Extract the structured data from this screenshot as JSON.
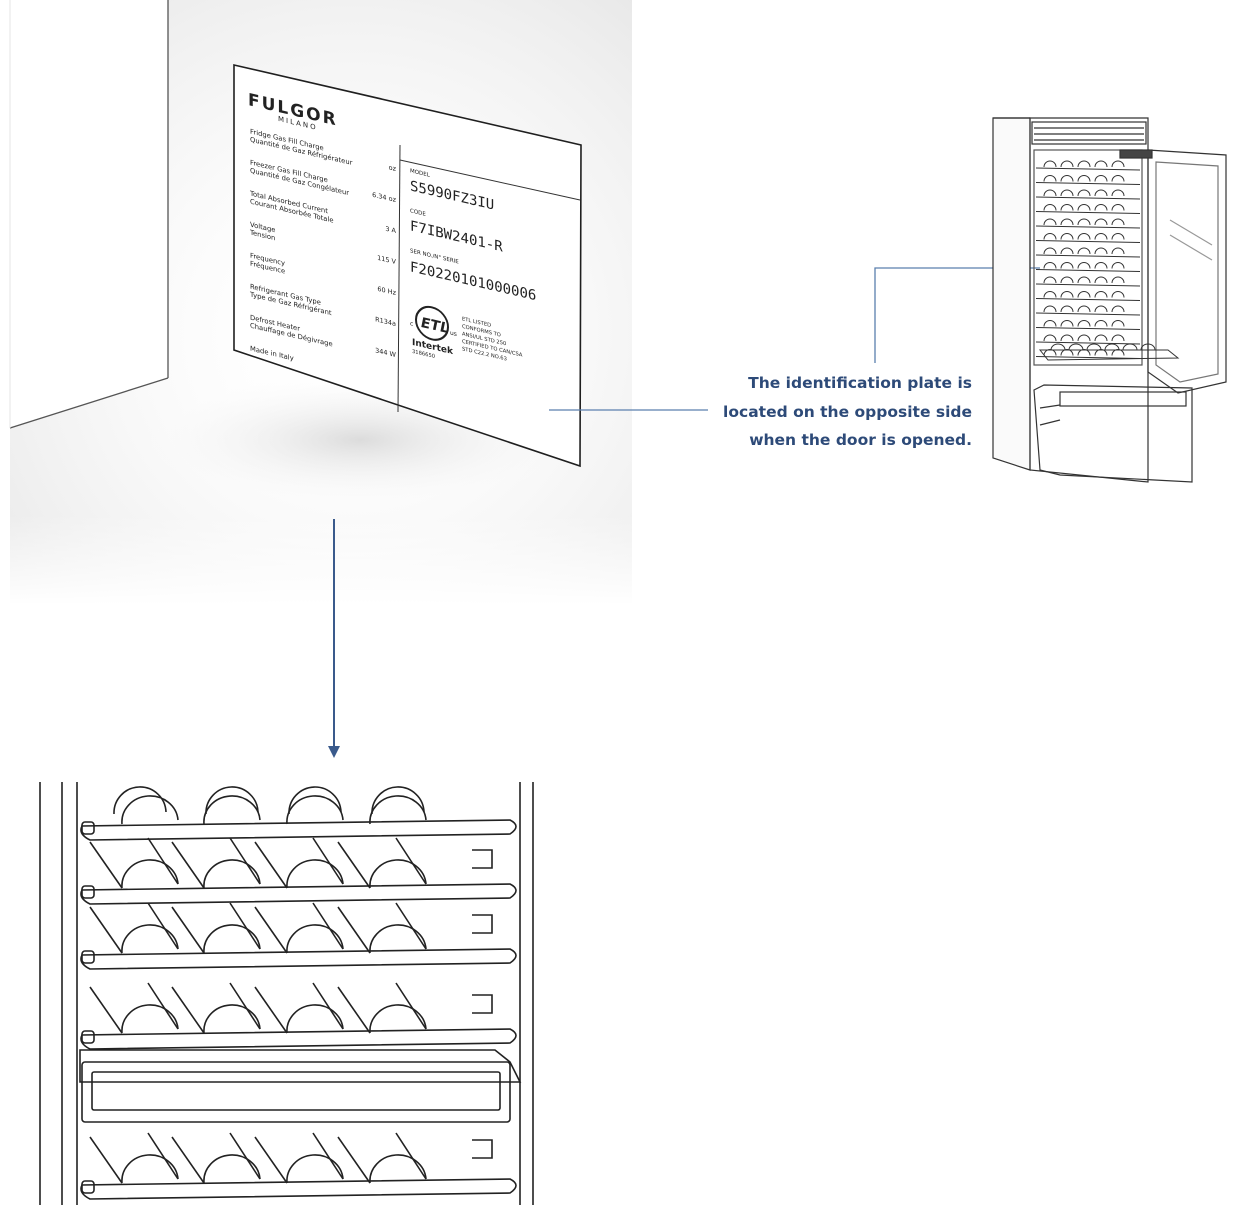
{
  "plate": {
    "brand": "FULGOR",
    "sub_brand": "MILANO",
    "rows": [
      {
        "label_en": "Fridge Gas Fill Charge",
        "label_fr": "Quantité de Gaz Réfrigérateur",
        "value": "oz"
      },
      {
        "label_en": "Freezer Gas Fill Charge",
        "label_fr": "Quantité de Gaz Congélateur",
        "value": "6.34 oz"
      },
      {
        "label_en": "Total Absorbed Current",
        "label_fr": "Courant Absorbée Totale",
        "value": "3 A"
      },
      {
        "label_en": "Voltage",
        "label_fr": "Tension",
        "value": "115 V"
      },
      {
        "label_en": "Frequency",
        "label_fr": "Fréquence",
        "value": "60 Hz"
      },
      {
        "label_en": "Refrigerant Gas Type",
        "label_fr": "Type de Gaz Réfrigérant",
        "value": "R134a"
      },
      {
        "label_en": "Defrost Heater",
        "label_fr": "Chauffage de Dégivrage",
        "value": "344 W"
      },
      {
        "label_en": "Made in Italy",
        "label_fr": "",
        "value": ""
      }
    ],
    "model_label": "MODEL",
    "model_value": "S5990FZ3IU",
    "code_label": "CODE",
    "code_value": "F7IBW2401-R",
    "serial_label": "SER NO./N° SERIE",
    "serial_value": "F20220101000006",
    "cert_lines": [
      "ETL LISTED",
      "CONFORMS TO",
      "ANSI/UL STD 250",
      "CERTIFIED TO CAN/CSA",
      "STD C22.2 NO.63"
    ],
    "intertek_lines": [
      "Intertek",
      "3186650"
    ]
  },
  "caption": {
    "lines": [
      "The identification plate is",
      "located on the opposite side",
      "when the door is opened."
    ]
  },
  "colors": {
    "accent": "#2d4a78",
    "leader_line": "#5b7fae",
    "line_art": "#222222"
  }
}
